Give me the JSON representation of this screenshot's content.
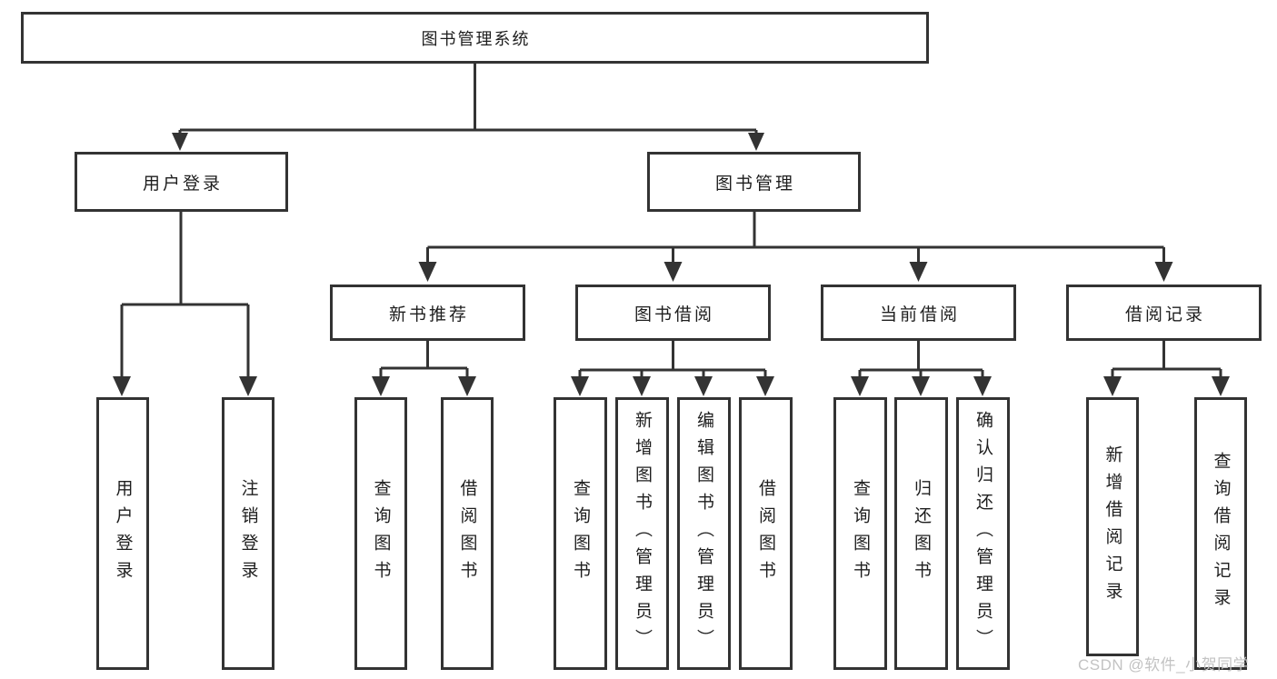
{
  "diagram": {
    "root_label": "图书管理系统",
    "level2": {
      "user_login": "用户登录",
      "book_management": "图书管理"
    },
    "level3": {
      "new_book_recommend": "新书推荐",
      "book_borrowing": "图书借阅",
      "current_borrowing": "当前借阅",
      "borrowing_records": "借阅记录"
    },
    "leaves": {
      "user_login": [
        "用户登录",
        "注销登录"
      ],
      "new_book_recommend": [
        "查询图书",
        "借阅图书"
      ],
      "book_borrowing": [
        "查询图书",
        "新增图书（管理员）",
        "编辑图书（管理员）",
        "借阅图书"
      ],
      "current_borrowing": [
        "查询图书",
        "归还图书",
        "确认归还（管理员）"
      ],
      "borrowing_records": [
        "新增借阅记录",
        "查询借阅记录"
      ]
    },
    "watermark": "CSDN @软件_小贺同学",
    "colors": {
      "line": "#333333",
      "text": "#1e1e1e",
      "background": "#ffffff",
      "watermark": "#c3c3c3"
    }
  }
}
